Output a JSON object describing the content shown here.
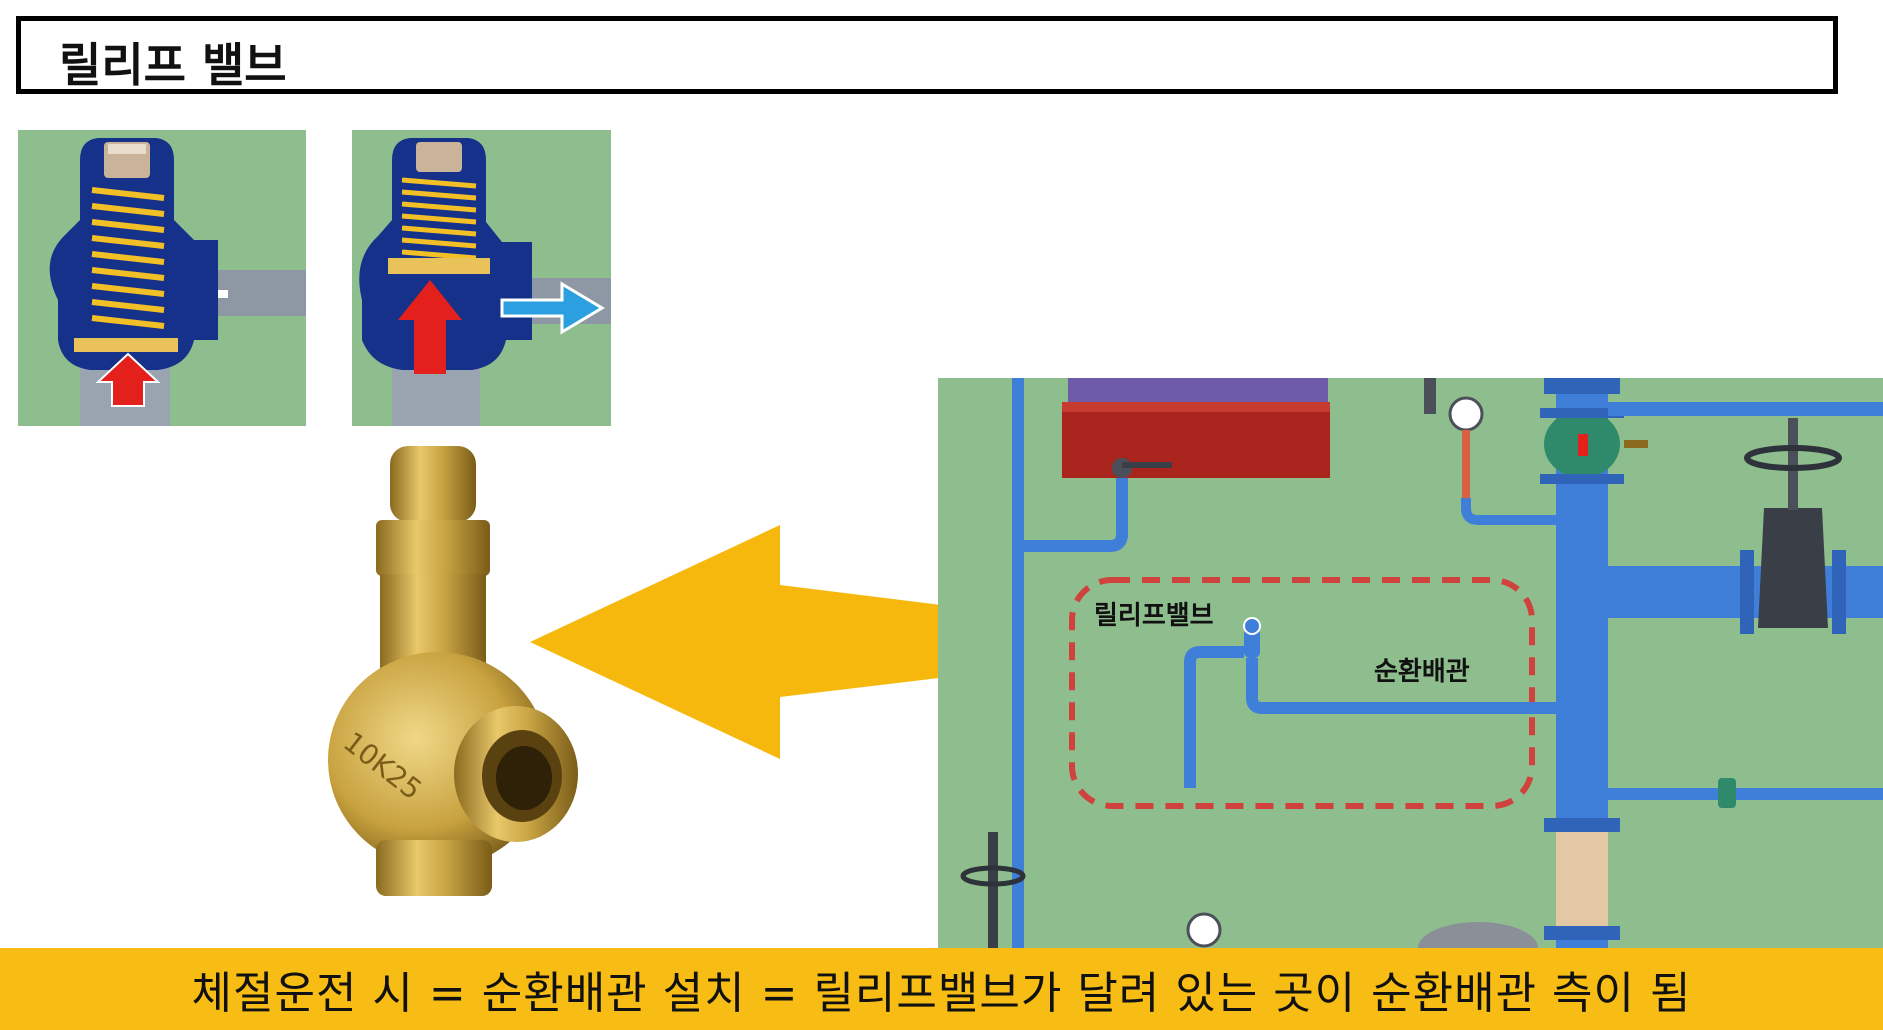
{
  "header": {
    "title": "릴리프 밸브"
  },
  "diagram": {
    "relief_valve_label": "릴리프밸브",
    "circulation_pipe_label": "순환배관",
    "valve_body_marking": "10K25"
  },
  "footer": {
    "caption": "체절운전 시 = 순환배관 설치 = 릴리프밸브가 달려 있는 곳이 순환배관 측이 됨"
  },
  "colors": {
    "background_green": "#8fbe8e",
    "pipe_blue": "#3f7fd9",
    "arrow_yellow": "#f6b80d",
    "banner_yellow": "#f7bd14",
    "valve_navy": "#16318a",
    "spring_yellow": "#f2c026",
    "arrow_red": "#e3201b",
    "arrow_cyan": "#2b9fe0",
    "dashed_red": "#d0423e"
  }
}
